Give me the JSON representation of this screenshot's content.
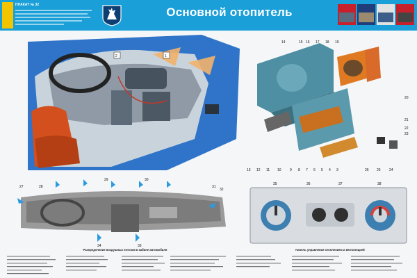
{
  "header": {
    "poster_no": "ПЛАКАТ № 32",
    "title": "Основной отопитель"
  },
  "captions": {
    "dashboard": "Распределение воздушных потоков в кабине автомобиля",
    "control_panel": "Панель управления отоплением и вентиляцией"
  },
  "callouts": {
    "cabin": [
      "1",
      "2"
    ],
    "heater_top": [
      "14",
      "15",
      "16",
      "17",
      "18",
      "19"
    ],
    "heater_right": [
      "20",
      "21",
      "22",
      "23"
    ],
    "heater_bottom": [
      "13",
      "12",
      "11",
      "10",
      "9",
      "8",
      "7",
      "6",
      "5",
      "4",
      "3",
      "26",
      "25",
      "24"
    ],
    "dashboard": [
      "27",
      "28",
      "29",
      "30",
      "31",
      "32",
      "34",
      "33"
    ],
    "panel": [
      "35",
      "36",
      "37",
      "38"
    ]
  },
  "colors": {
    "header": "#1a9fd8",
    "cabin_blue": "#2f74c9",
    "heater_teal": "#4f8fa3",
    "dash_grey": "#8e8e8e",
    "arrow_blue": "#2b9be0",
    "warm_arrow": "#f2b36a"
  }
}
